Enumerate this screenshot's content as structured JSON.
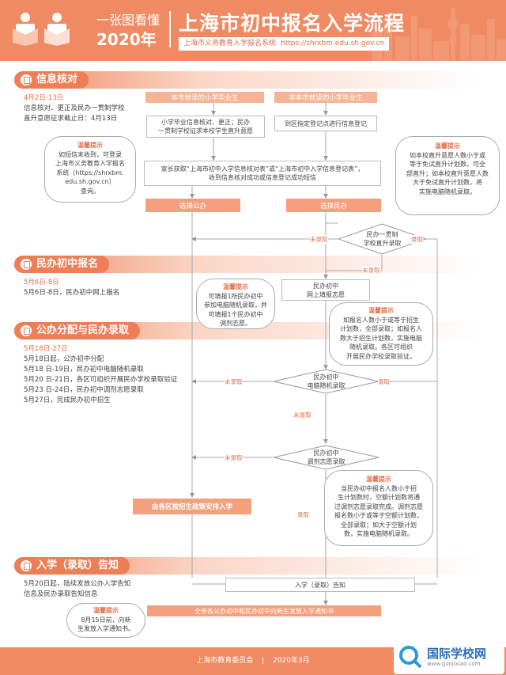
{
  "header": {
    "tagline": "一张图看懂",
    "year": "2020年",
    "title": "上海市初中报名入学流程",
    "system_label": "上海市义务教育入学报名系统",
    "system_url": "https://shrxbm.edu.sh.gov.cn"
  },
  "sections": {
    "s1": "信息核对",
    "s2": "民办初中报名",
    "s3": "公办分配与民办录取",
    "s4": "入学（录取）告知"
  },
  "left": {
    "s1_date": "4月2日-13日",
    "s1_text": [
      "信息核对、更正及民办一贯制学校",
      "直升意愿征求截止日：4月13日"
    ],
    "s2_date": "5月6日-8日",
    "s2_text": "5月6日-8日，民办初中网上报名",
    "s3_date": "5月18日-27日",
    "s3_lines": [
      "5月18日起，公办初中分配",
      "5月18 日-19日，民办初中电脑随机录取",
      "5月20 日-21日，各区可组织开展民办学校录取验证",
      "5月23 日-24日，民办初中调剂志愿录取",
      "5月27日，完成民办初中招生"
    ],
    "s4_lines": [
      "5月20日起，陆续发放公办入学告知",
      "信息及民办录取告知信息"
    ]
  },
  "tips": {
    "title": "温馨提示",
    "t1": [
      "如短信未收到，可登录",
      "上海市义务教育入学报名",
      "系统（https://shrxbm.",
      "edu.sh.gov.cn）",
      "查询。"
    ],
    "t2": [
      "如本校直升意愿人数小于或",
      "等于免试直升计划数，可全",
      "部直升；如本校直升意愿人数",
      "大于免试直升计划数，将",
      "实施电脑随机录取。"
    ],
    "t3": [
      "可填报1所民办初中",
      "参加电脑随机录取，并",
      "可填报1个民办初中",
      "调剂志愿。"
    ],
    "t4": [
      "如报名人数小于或等于招生",
      "计划数，全部录取；如报名人",
      "数大于招生计划数，实施电脑",
      "随机录取。各区可组织",
      "开展民办学校录取验证。"
    ],
    "t5": [
      "当民办初中报名人数小于招",
      "生计划数时，空额计划数将通",
      "过调剂志愿录取完成。调剂志愿",
      "报名数小于或等于空额计划数，",
      "全部录取；如大于空额计划",
      "数，实施电脑随机录取。"
    ],
    "t6": [
      "8月15日前，向新",
      "生发放入学通知书。"
    ]
  },
  "flow": {
    "local_grad": "本市就读的小学毕业生",
    "nonlocal_grad": "非本市就读的小学毕业生",
    "verify_local": [
      "小学毕业信息核对、更正；民办",
      "一贯制学校征求本校学生直升意愿"
    ],
    "verify_nonlocal": "到区指定登记点进行信息登记",
    "parents": [
      "家长获取“上海市初中入学信息核对表”或“上海市初中入学信息登记表”，",
      "收到信息核对成功或信息登记成功短信"
    ],
    "choose_public": "选择公办",
    "choose_private": "选择民办",
    "direct": [
      "民办一贯制",
      "学校直升录取"
    ],
    "apply": [
      "民办初中",
      "网上填报志愿"
    ],
    "lottery": [
      "民办初中",
      "电脑随机录取"
    ],
    "adjust": [
      "民办初中",
      "调剂志愿录取"
    ],
    "assign": "由各区按招生政策安排入学",
    "notice": "入学（录取）告知",
    "final": "全市各公办初中和民办初中向新生发放入学通知书",
    "not_admitted": "未录取",
    "admitted": "录取"
  },
  "footer": {
    "org": "上海市教育委员会",
    "sep": "|",
    "date": "2020年3月",
    "watermark": "国际学校网",
    "watermark_url": "www.guojixiao.com"
  }
}
